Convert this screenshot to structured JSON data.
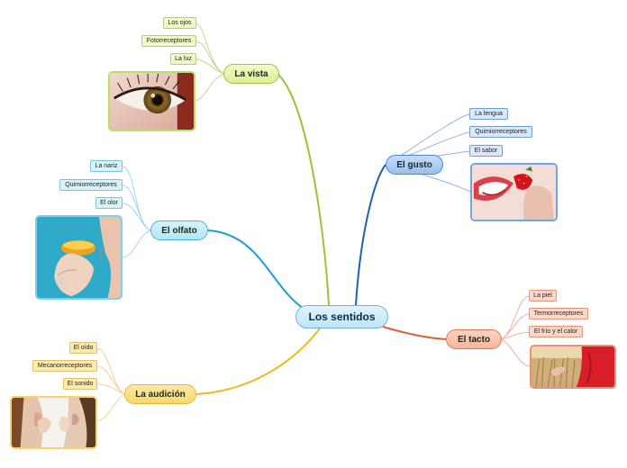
{
  "center": {
    "label": "Los sentidos"
  },
  "branches": {
    "vista": {
      "label": "La vista",
      "items": [
        "Los ojos",
        "Fotorreceptores",
        "La luz"
      ],
      "color": "#9bc43c"
    },
    "gusto": {
      "label": "El gusto",
      "items": [
        "La lengua",
        "Quimiorreceptores",
        "El sabor"
      ],
      "color": "#1f5fb4"
    },
    "olfato": {
      "label": "El olfato",
      "items": [
        "La nariz",
        "Quimiorreceptores",
        "El olor"
      ],
      "color": "#1aa0d6"
    },
    "tacto": {
      "label": "El tacto",
      "items": [
        "La piel",
        "Termorreceptores",
        "El frío y el calor"
      ],
      "color": "#e0603a"
    },
    "audicion": {
      "label": "La audición",
      "items": [
        "El oído",
        "Mecanorreceptores",
        "El sonido"
      ],
      "color": "#f2b61e"
    }
  },
  "images": [
    "eye-photo",
    "mouth-strawberry-photo",
    "nose-orange-photo",
    "hand-wheat-photo",
    "ears-listening-photo"
  ]
}
